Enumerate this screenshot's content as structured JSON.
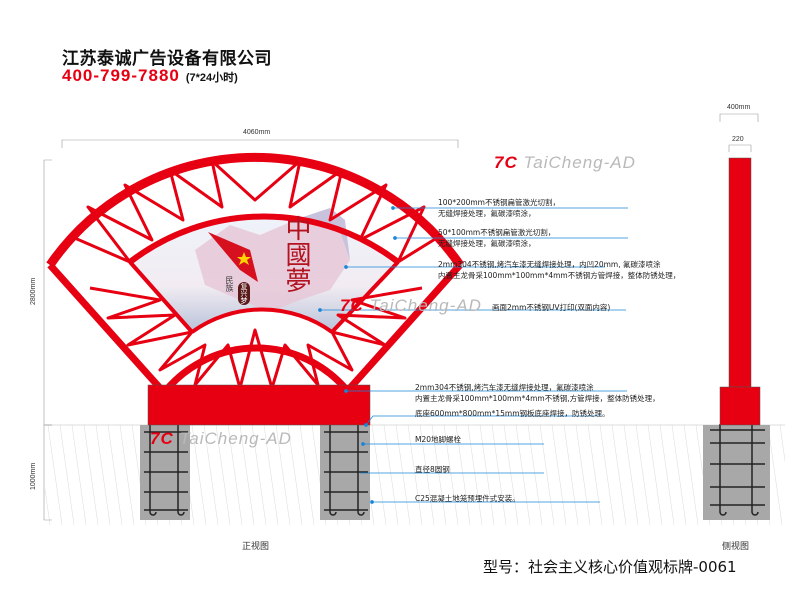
{
  "header": {
    "company": "江苏泰诚广告设备有限公司",
    "phone": "400-799-7880",
    "hours": "(7*24小时)"
  },
  "watermark": {
    "text": "TaiCheng-AD",
    "logo": "7C"
  },
  "dimensions": {
    "width": "4060mm",
    "height": "2800mm",
    "underground": "1000mm",
    "side_width": "400mm",
    "side_pole": "220"
  },
  "annotations": [
    {
      "line1": "100*200mm不锈钢扁管激光切割，",
      "line2": "无缝焊接处理，氟碳漆喷涂，"
    },
    {
      "line1": "50*100mm不锈钢扁管激光切割，",
      "line2": "无缝焊接处理，氟碳漆喷涂，"
    },
    {
      "line1": "2mm304不锈钢,烤汽车漆无缝焊接处理，内凹20mm, 氟碳漆喷涂",
      "line2": "内置主龙骨采100mm*100mm*4mm不锈钢方管焊接，整体防锈处理，"
    },
    {
      "line1": "画面2mm不锈钢UV打印(双面内容)"
    },
    {
      "line1": "2mm304不锈钢,烤汽车漆无缝焊接处理，氟碳漆喷涂",
      "line2": "内置主龙骨采100mm*100mm*4mm不锈钢,方管焊接，整体防锈处理，"
    },
    {
      "line1": "底座600mm*800mm*15mm钢板底座焊接，防锈处理。"
    },
    {
      "line1": "M20地脚螺栓"
    },
    {
      "line1": "直径8圆钢"
    },
    {
      "line1": "C25混凝土地笼预埋件式安装。"
    }
  ],
  "panel": {
    "title": "中國夢",
    "small1": "民族",
    "small2": "复兴梦"
  },
  "views": {
    "front": "正视图",
    "side": "侧视图"
  },
  "model": "型号：社会主义核心价值观标牌-0061",
  "colors": {
    "frame": "#e60012",
    "concrete": "#a8a8a8",
    "leader": "#1a86d8"
  }
}
